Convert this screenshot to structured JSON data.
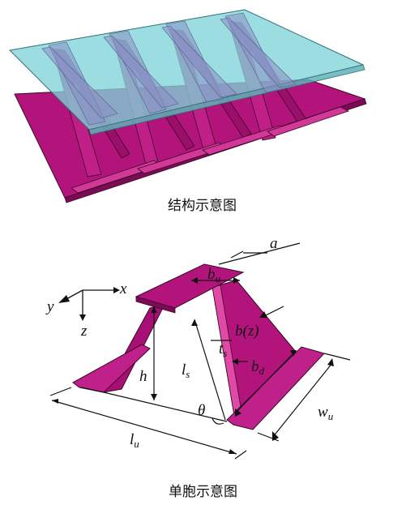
{
  "captions": {
    "structure": "结构示意图",
    "unit_cell": "单胞示意图",
    "mark": "↵"
  },
  "axes": {
    "x": "x",
    "y": "y",
    "z": "z"
  },
  "dimensions": {
    "a": "a",
    "b_u_main": "b",
    "b_u_sub": "u",
    "b_z": "b(z)",
    "t_s_main": "t",
    "t_s_sub": "s",
    "b_d_main": "b",
    "b_d_sub": "d",
    "h": "h",
    "l_s_main": "l",
    "l_s_sub": "s",
    "theta": "θ",
    "l_u_main": "l",
    "l_u_sub": "u",
    "w_u_main": "w",
    "w_u_sub": "u"
  },
  "colors": {
    "glass": "#7fd3d8",
    "panel": "#b3147c",
    "panel_light": "#cc2a92",
    "panel_dark": "#8a0c5e",
    "edge": "#2a2a2a"
  }
}
